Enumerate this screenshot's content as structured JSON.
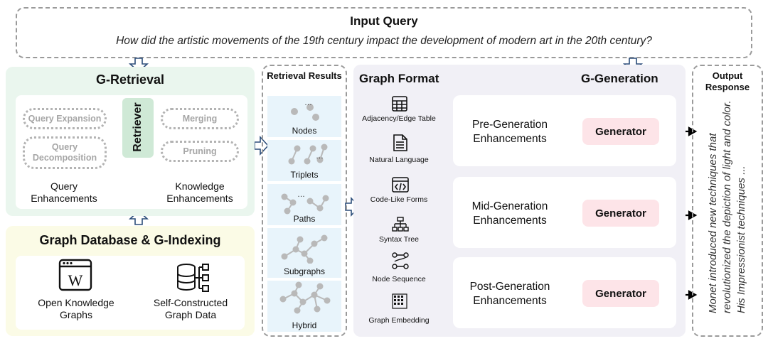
{
  "query": {
    "title": "Input Query",
    "text": "How did the artistic movements of the 19th century impact the development of modern art in the 20th century?"
  },
  "retrieval": {
    "title": "G-Retrieval",
    "query_items": [
      "Query Expansion",
      "Query Decomposition"
    ],
    "retriever": "Retriever",
    "knowledge_items": [
      "Merging",
      "Pruning"
    ],
    "query_caption": "Query Enhancements",
    "knowledge_caption": "Knowledge Enhancements"
  },
  "database": {
    "title": "Graph Database & G-Indexing",
    "items": [
      {
        "label": "Open Knowledge Graphs",
        "icon": "wikipedia-icon"
      },
      {
        "label": "Self-Constructed Graph Data",
        "icon": "database-icon"
      }
    ]
  },
  "results": {
    "title": "Retrieval Results",
    "items": [
      "Nodes",
      "Triplets",
      "Paths",
      "Subgraphs",
      "Hybrid"
    ]
  },
  "generation": {
    "format_title": "Graph Format",
    "title": "G-Generation",
    "formats": [
      {
        "label": "Adjacency/Edge Table",
        "icon": "table-icon"
      },
      {
        "label": "Natural Language",
        "icon": "document-icon"
      },
      {
        "label": "Code-Like Forms",
        "icon": "code-icon"
      },
      {
        "label": "Syntax Tree",
        "icon": "tree-icon"
      },
      {
        "label": "Node Sequence",
        "icon": "sequence-icon"
      },
      {
        "label": "Graph Embedding",
        "icon": "embedding-icon"
      }
    ],
    "stages": [
      "Pre-Generation Enhancements",
      "Mid-Generation Enhancements",
      "Post-Generation Enhancements"
    ],
    "generator": "Generator"
  },
  "output": {
    "title": "Output Response",
    "text": "Monet introduced new techniques that revolutionized the depiction of light and color. His Impressionist techniques ..."
  },
  "colors": {
    "retrieval_bg": "#eaf6ee",
    "database_bg": "#fbfbe6",
    "results_cell": "#e8f4fb",
    "generation_bg": "#f1f0f6",
    "generator_bg": "#fde4e8",
    "retriever_bg": "#cfe9d6"
  }
}
